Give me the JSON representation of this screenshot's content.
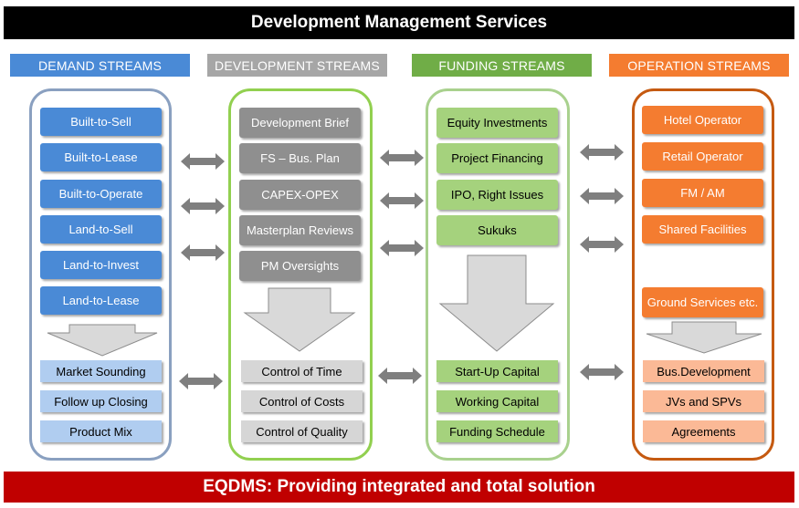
{
  "title": "Development Management Services",
  "footer": "EQDMS: Providing integrated and total solution",
  "colors": {
    "demand": "#4a8ad6",
    "development": "#8f8f8f",
    "funding": "#a5d27d",
    "operation": "#f47c30",
    "footer": "#c00000"
  },
  "demand": {
    "header": "DEMAND STREAMS",
    "items": [
      "Built-to-Sell",
      "Built-to-Lease",
      "Built-to-Operate",
      "Land-to-Sell",
      "Land-to-Invest",
      "Land-to-Lease"
    ],
    "outcomes": [
      "Market Sounding",
      "Follow up Closing",
      "Product Mix"
    ]
  },
  "development": {
    "header": "DEVELOPMENT STREAMS",
    "items": [
      "Development Brief",
      "FS – Bus. Plan",
      "CAPEX-OPEX",
      "Masterplan Reviews",
      "PM Oversights"
    ],
    "outcomes": [
      "Control of Time",
      "Control of Costs",
      "Control of Quality"
    ]
  },
  "funding": {
    "header": "FUNDING STREAMS",
    "items": [
      "Equity Investments",
      "Project Financing",
      "IPO, Right Issues",
      "Sukuks"
    ],
    "outcomes": [
      "Start-Up Capital",
      "Working Capital",
      "Funding Schedule"
    ]
  },
  "operation": {
    "header": "OPERATION STREAMS",
    "items": [
      "Hotel Operator",
      "Retail Operator",
      "FM / AM",
      "Shared Facilities",
      "Ground Services etc."
    ],
    "outcomes": [
      "Bus.Development",
      "JVs and SPVs",
      "Agreements"
    ]
  }
}
